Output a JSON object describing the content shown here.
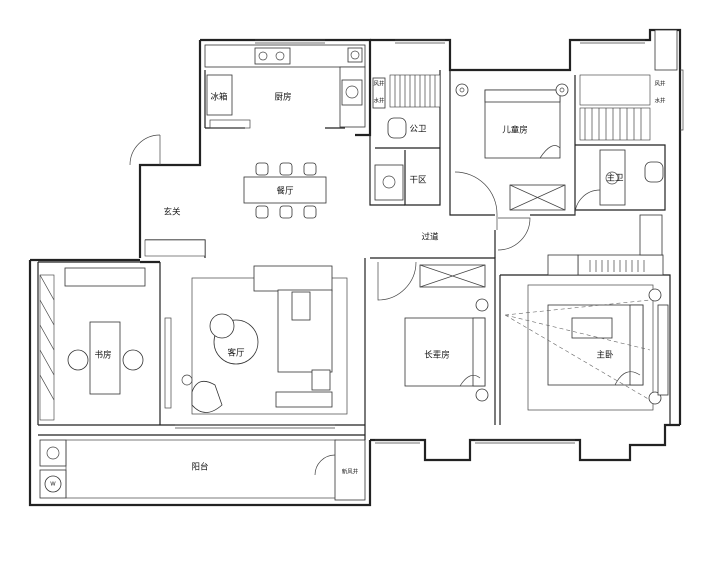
{
  "rooms": {
    "kitchen": "厨房",
    "fridge": "冰箱",
    "dining": "餐厅",
    "foyer": "玄关",
    "study": "书房",
    "living": "客厅",
    "balcony": "阳台",
    "corridor": "过道",
    "dry_area": "干区",
    "public_bath": "公卫",
    "kids_room": "儿童房",
    "master_bath": "主卫",
    "elder_room": "长辈房",
    "master_bedroom": "主卧"
  },
  "small_labels": {
    "vent_left": "风井",
    "pipe_left": "水井",
    "vent_right": "风井",
    "pipe_right": "水井",
    "balcony_vent": "新风井"
  }
}
